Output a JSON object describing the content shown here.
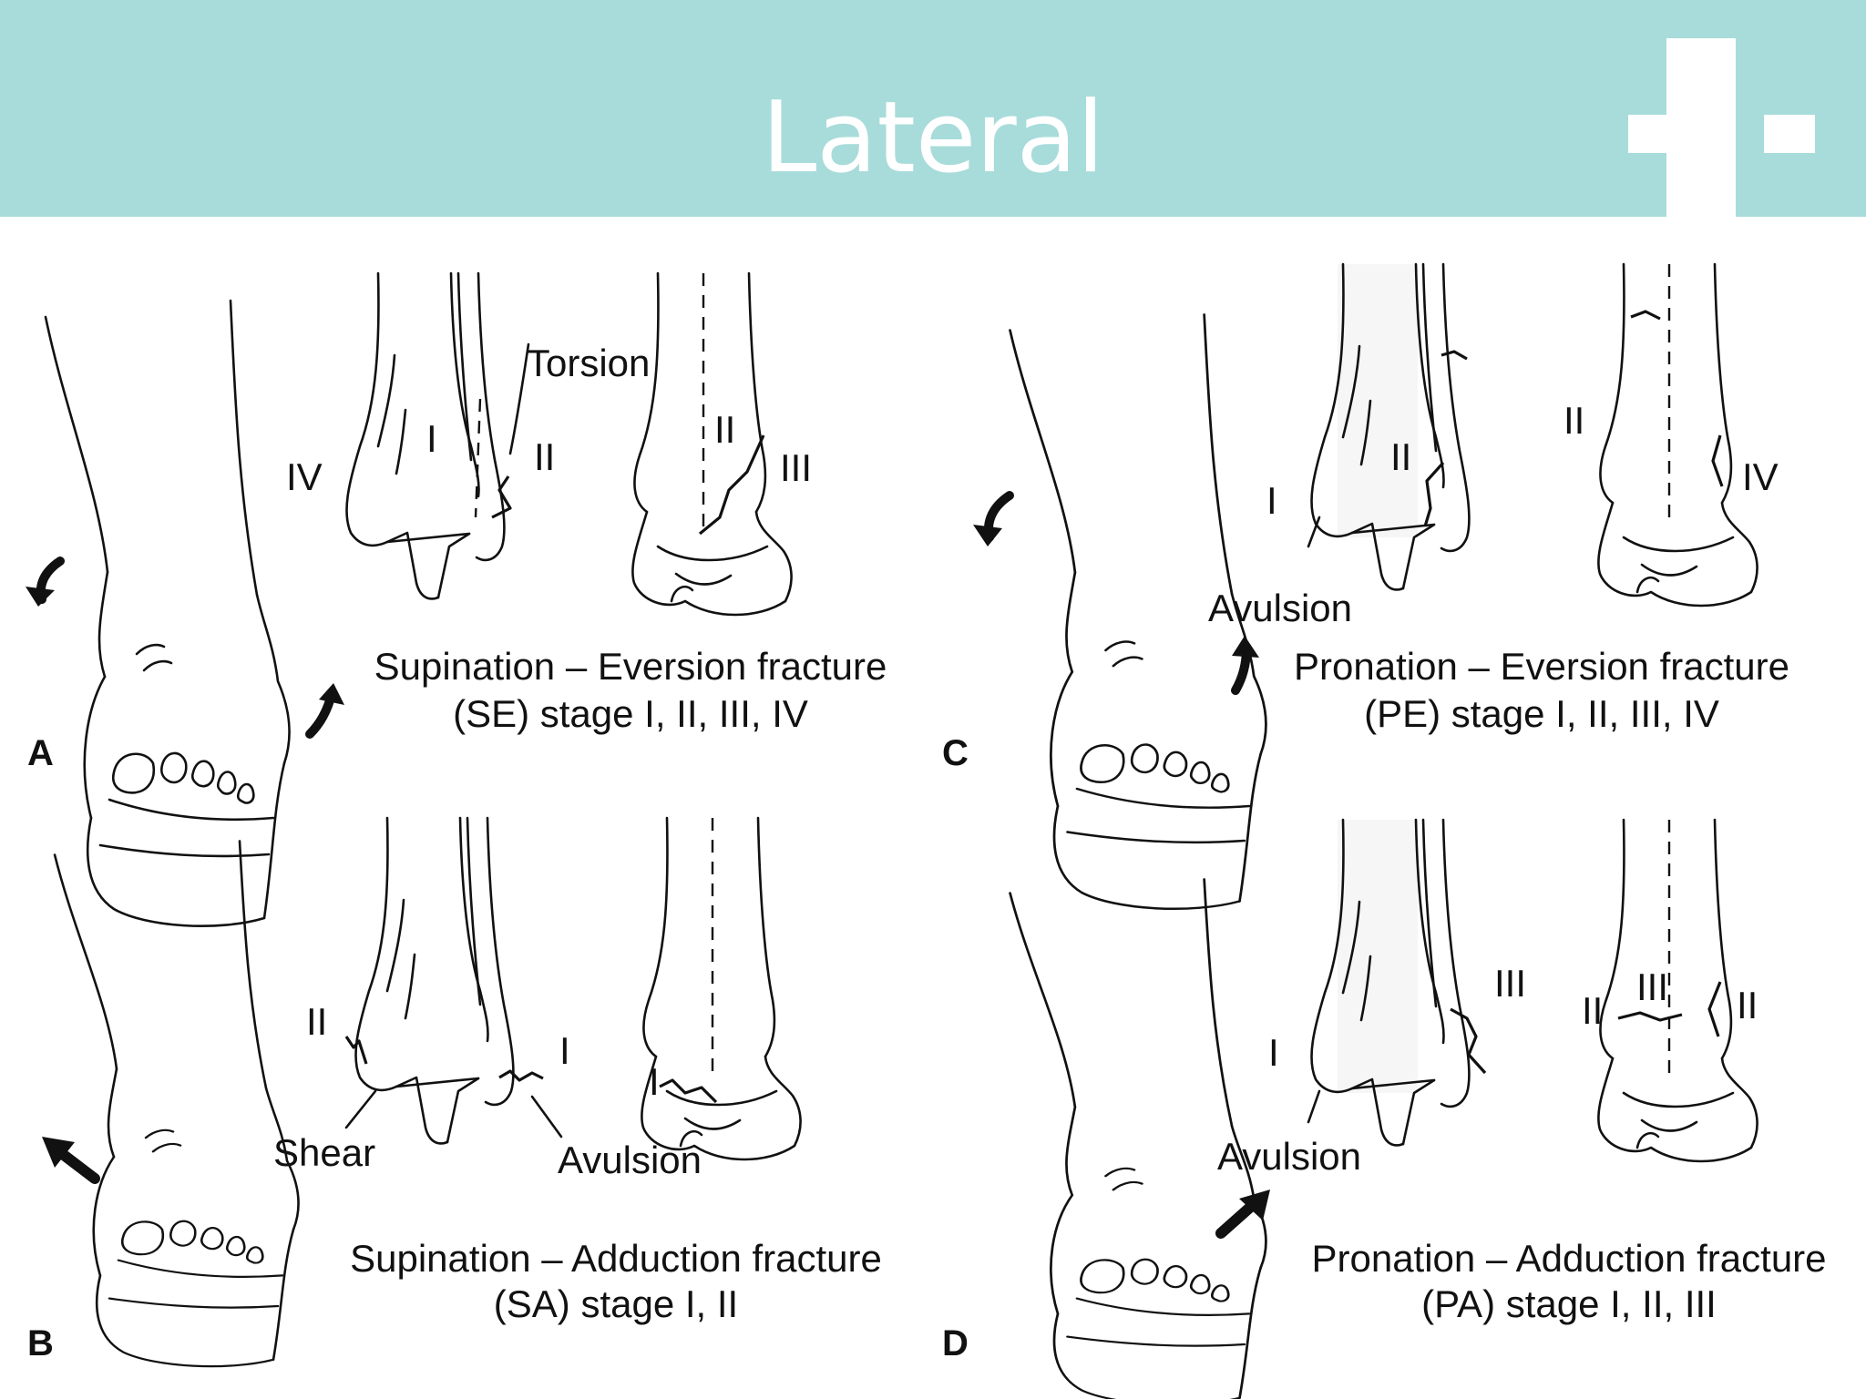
{
  "slide": {
    "title": "Lateral",
    "brand_color": "#a8dcda",
    "logo": "plus-cross-logo"
  },
  "panels": [
    {
      "letter": "A",
      "caption_line1": "Supination – Eversion fracture",
      "caption_line2": "(SE) stage I, II, III, IV",
      "labels": [
        "Torsion",
        "IV",
        "I",
        "II",
        "II",
        "III"
      ]
    },
    {
      "letter": "B",
      "caption_line1": "Supination – Adduction fracture",
      "caption_line2": "(SA) stage I, II",
      "labels": [
        "II",
        "I",
        "Shear",
        "Avulsion",
        "I"
      ]
    },
    {
      "letter": "C",
      "caption_line1": "Pronation – Eversion fracture",
      "caption_line2": "(PE) stage I, II, III, IV",
      "labels": [
        "I",
        "II",
        "II",
        "IV",
        "Avulsion"
      ]
    },
    {
      "letter": "D",
      "caption_line1": "Pronation – Adduction fracture",
      "caption_line2": "(PA) stage I, II, III",
      "labels": [
        "III",
        "I",
        "II",
        "III",
        "II",
        "Avulsion"
      ]
    }
  ]
}
